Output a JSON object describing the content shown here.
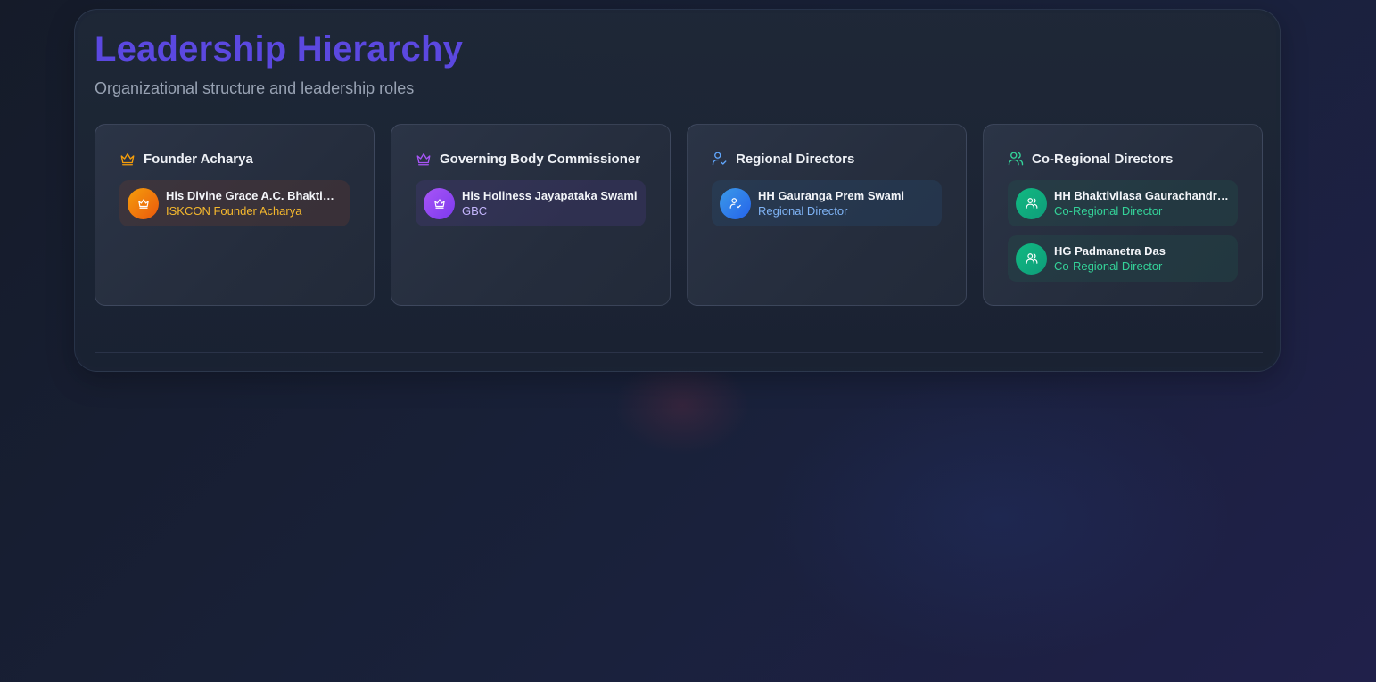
{
  "header": {
    "title": "Leadership Hierarchy",
    "subtitle": "Organizational structure and leadership roles"
  },
  "colors": {
    "title": "#5b48e0",
    "founder_accent": "#f59e0b",
    "gbc_accent": "#a855f7",
    "regional_accent": "#60a5fa",
    "co_regional_accent": "#34d399"
  },
  "cards": [
    {
      "title": "Founder Acharya",
      "icon": "crown-icon",
      "members": [
        {
          "name": "His Divine Grace A.C. Bhaktivedanta Swami Prabhupada",
          "role": "ISKCON Founder Acharya",
          "icon": "crown-icon"
        }
      ]
    },
    {
      "title": "Governing Body Commissioner",
      "icon": "crown-icon",
      "members": [
        {
          "name": "His Holiness Jayapataka Swami",
          "role": "GBC",
          "icon": "crown-icon"
        }
      ]
    },
    {
      "title": "Regional Directors",
      "icon": "user-check-icon",
      "members": [
        {
          "name": "HH Gauranga Prem Swami",
          "role": "Regional Director",
          "icon": "user-check-icon"
        }
      ]
    },
    {
      "title": "Co-Regional Directors",
      "icon": "users-icon",
      "members": [
        {
          "name": "HH Bhaktivilasa Gaurachandra Swami",
          "role": "Co-Regional Director",
          "icon": "users-icon"
        },
        {
          "name": "HG Padmanetra Das",
          "role": "Co-Regional Director",
          "icon": "users-icon"
        }
      ]
    }
  ]
}
